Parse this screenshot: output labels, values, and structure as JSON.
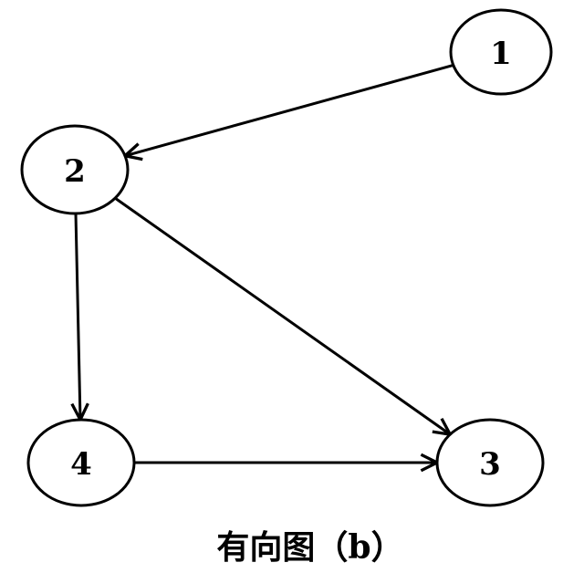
{
  "diagram": {
    "type": "directed-graph",
    "caption": "有向图（b）",
    "nodes": [
      {
        "id": "1",
        "label": "1"
      },
      {
        "id": "2",
        "label": "2"
      },
      {
        "id": "3",
        "label": "3"
      },
      {
        "id": "4",
        "label": "4"
      }
    ],
    "edges": [
      {
        "from": "1",
        "to": "2"
      },
      {
        "from": "2",
        "to": "3"
      },
      {
        "from": "2",
        "to": "4"
      },
      {
        "from": "4",
        "to": "3"
      }
    ],
    "colors": {
      "stroke": "#000000",
      "background": "#ffffff"
    }
  }
}
